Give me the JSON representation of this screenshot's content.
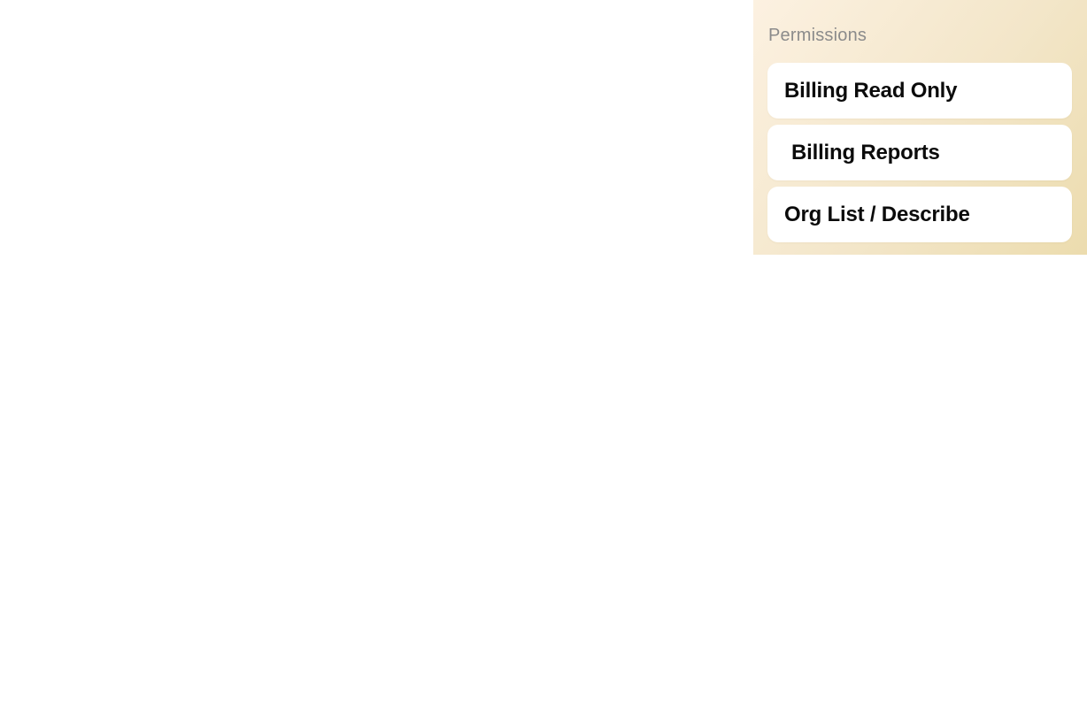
{
  "panel": {
    "title": "Permissions",
    "items": [
      {
        "label": "Billing Read Only"
      },
      {
        "label": "Billing Reports"
      },
      {
        "label": "Org List / Describe"
      }
    ],
    "colors": {
      "gradient_start": "#fcf1e1",
      "gradient_end": "#ecdcae",
      "card_background": "#ffffff",
      "title_text": "#8b8b8b",
      "item_text": "#0b0b0b"
    }
  }
}
